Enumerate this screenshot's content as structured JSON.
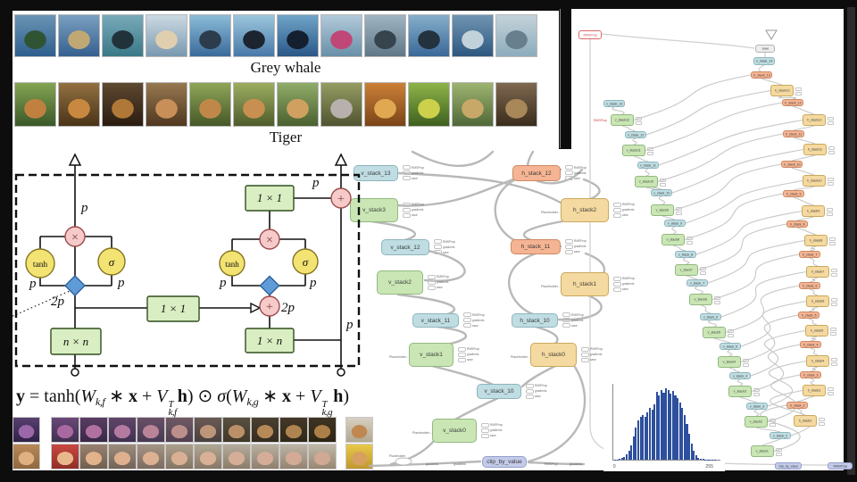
{
  "samples": {
    "rows": [
      {
        "label": "Grey whale",
        "thumbs": [
          [
            "#6a94b4",
            "#2e5e8e",
            "#2e5434"
          ],
          [
            "#7aa0c0",
            "#35608f",
            "#c0a874"
          ],
          [
            "#78aab8",
            "#3a7888",
            "#22323a"
          ],
          [
            "#ccdae2",
            "#7898b0",
            "#e0cfae"
          ],
          [
            "#8cbcd8",
            "#3a6a9a",
            "#2c3c4c"
          ],
          [
            "#9cc6dc",
            "#4878a8",
            "#1c2430"
          ],
          [
            "#70a4c8",
            "#2a5888",
            "#142030"
          ],
          [
            "#b2cada",
            "#6890a8",
            "#c04878"
          ],
          [
            "#a0b4c2",
            "#607888",
            "#36444e"
          ],
          [
            "#86aecb",
            "#3a6898",
            "#24323e"
          ],
          [
            "#7094b2",
            "#2e5880",
            "#c2d2da"
          ],
          [
            "#c4d2da",
            "#8cacbc",
            "#68808e"
          ]
        ]
      },
      {
        "label": "Tiger",
        "thumbs": [
          [
            "#84a452",
            "#3a5828",
            "#c08040"
          ],
          [
            "#927040",
            "#4a3418",
            "#c8883f"
          ],
          [
            "#5e4830",
            "#2a1c10",
            "#b07838"
          ],
          [
            "#967850",
            "#503820",
            "#c89058"
          ],
          [
            "#8ea658",
            "#465828",
            "#c08848"
          ],
          [
            "#9cae60",
            "#4f5c2c",
            "#c89050"
          ],
          [
            "#90ac68",
            "#4a6030",
            "#d0a060"
          ],
          [
            "#949c62",
            "#505430",
            "#b8b0ac"
          ],
          [
            "#cc8038",
            "#7a4418",
            "#e0a850"
          ],
          [
            "#8eb448",
            "#3f6020",
            "#ccd04a"
          ],
          [
            "#9eb470",
            "#506838",
            "#c8a868"
          ],
          [
            "#7e6850",
            "#3a2c1c",
            "#a88858"
          ]
        ]
      }
    ]
  },
  "diagram": {
    "p": "p",
    "two_p": "2p",
    "tanh": "tanh",
    "sigma": "σ",
    "times": "×",
    "plus": "+",
    "nxn": "n × n",
    "one_by_one": "1 × 1",
    "one_by_n": "1 × n"
  },
  "equation": {
    "parts": [
      {
        "t": "y",
        "s": "b"
      },
      {
        "t": " = tanh(",
        "s": "r"
      },
      {
        "t": "W",
        "s": "i"
      },
      {
        "t": "k,f",
        "s": "sub"
      },
      {
        "t": " ∗ ",
        "s": "r"
      },
      {
        "t": "x",
        "s": "b"
      },
      {
        "t": " + ",
        "s": "r"
      },
      {
        "t": "V",
        "s": "i"
      },
      {
        "t": "T",
        "u": "k,f",
        "s": "ss"
      },
      {
        "t": "h",
        "s": "b"
      },
      {
        "t": ") ⊙ ",
        "s": "r"
      },
      {
        "t": "σ",
        "s": "i"
      },
      {
        "t": "(",
        "s": "r"
      },
      {
        "t": "W",
        "s": "i"
      },
      {
        "t": "k,g",
        "s": "sub"
      },
      {
        "t": " ∗ ",
        "s": "r"
      },
      {
        "t": "x",
        "s": "b"
      },
      {
        "t": " + ",
        "s": "r"
      },
      {
        "t": "V",
        "s": "i"
      },
      {
        "t": "T",
        "u": "k,g",
        "s": "ss"
      },
      {
        "t": "h",
        "s": "b"
      },
      {
        "t": ")",
        "s": "r"
      }
    ]
  },
  "faces": {
    "rows": [
      {
        "left": [
          "#9a68a8",
          "#584070",
          "#302048"
        ],
        "mids": [
          [
            "#a868a0",
            "#6a4878",
            "#403050"
          ],
          [
            "#b070a0",
            "#5a3c64",
            "#382848"
          ],
          [
            "#b47aa0",
            "#604668",
            "#403052"
          ],
          [
            "#ba8498",
            "#6a5068",
            "#483a54"
          ],
          [
            "#bd8f8c",
            "#705a64",
            "#504050"
          ],
          [
            "#bd9578",
            "#6a5a54",
            "#4a4040"
          ],
          [
            "#bb9068",
            "#585040",
            "#403828"
          ],
          [
            "#b58a58",
            "#4a4030",
            "#352c20"
          ],
          [
            "#b08450",
            "#443828",
            "#302818"
          ],
          [
            "#ac7e48",
            "#3e3424",
            "#2c2414"
          ]
        ],
        "right": [
          "#c08850",
          "#d8d0c0",
          "#b0a890"
        ]
      },
      {
        "left": [
          "#e0b080",
          "#b88858",
          "#906840"
        ],
        "mids": [
          [
            "#e8b88c",
            "#c84840",
            "#903028"
          ],
          [
            "#e2b28a",
            "#988070",
            "#706050"
          ],
          [
            "#deb08e",
            "#9c8c7c",
            "#746458"
          ],
          [
            "#dcb092",
            "#a49484",
            "#7c6c60"
          ],
          [
            "#dab094",
            "#aca08c",
            "#847464"
          ],
          [
            "#d8b096",
            "#b0a894",
            "#887866"
          ],
          [
            "#d6ae98",
            "#b4ac9c",
            "#8c7c6a"
          ],
          [
            "#d4ac98",
            "#b8b0a0",
            "#90806e"
          ],
          [
            "#d2aa96",
            "#bcb4a4",
            "#948470"
          ],
          [
            "#d0a894",
            "#c0b8a8",
            "#988872"
          ]
        ],
        "right": [
          "#d8a060",
          "#e8c848",
          "#c09830"
        ]
      }
    ]
  },
  "middle_graph": {
    "annotation_labels": [
      "RMSProp",
      "gradients",
      "save"
    ],
    "placeholder_label": "Placeholder...",
    "nodes": [
      [
        "v_stack_13",
        -26,
        15,
        50,
        18,
        "teal",
        0
      ],
      [
        "v_stack3",
        -30,
        52,
        54,
        27,
        "green",
        0
      ],
      [
        "h_stack_12",
        152,
        15,
        54,
        18,
        "salmon",
        0
      ],
      [
        "h_stack2",
        206,
        52,
        54,
        27,
        "yellow",
        1
      ],
      [
        "v_stack_12",
        5,
        98,
        54,
        18,
        "teal",
        0
      ],
      [
        "v_stack2",
        0,
        133,
        52,
        27,
        "green",
        0
      ],
      [
        "h_stack_11",
        150,
        98,
        56,
        17,
        "salmon",
        0
      ],
      [
        "h_stack1",
        206,
        135,
        54,
        27,
        "yellow",
        1
      ],
      [
        "v_stack_11",
        40,
        181,
        52,
        16,
        "teal",
        0
      ],
      [
        "h_stack_10",
        151,
        181,
        52,
        16,
        "teal",
        0
      ],
      [
        "v_stack1",
        36,
        214,
        50,
        27,
        "green",
        1
      ],
      [
        "h_stack0",
        172,
        214,
        52,
        27,
        "yellow",
        1
      ],
      [
        "v_stack_10",
        112,
        260,
        50,
        17,
        "teal",
        0
      ],
      [
        "v_stack0",
        62,
        299,
        50,
        27,
        "green",
        1
      ]
    ],
    "clip_node": [
      "clip_by_value",
      118,
      341,
      50,
      13,
      "lav"
    ],
    "bottom_texts": [
      [
        "Placeholder",
        14,
        336
      ],
      [
        "gradients",
        55,
        345
      ],
      [
        "gradients",
        86,
        345
      ],
      [
        "RMSProp",
        188,
        345
      ],
      [
        "gradients",
        216,
        345
      ]
    ]
  },
  "right_graph": {
    "top_nodes": [
      [
        "RMSProp",
        8,
        24,
        26,
        10,
        "red"
      ],
      [
        "save",
        206,
        40,
        22,
        9,
        "gray"
      ],
      [
        "v_stack_14",
        204,
        54,
        24,
        9,
        "teal"
      ]
    ],
    "chainL": [
      [
        36,
        102,
        "v_stack_13"
      ],
      [
        44,
        118,
        "v_stack12"
      ],
      [
        60,
        137,
        "v_stack_12"
      ],
      [
        57,
        152,
        "v_stack11"
      ],
      [
        74,
        171,
        "v_stack_11"
      ],
      [
        71,
        187,
        "v_stack10"
      ],
      [
        89,
        202,
        "v_stack_10"
      ],
      [
        89,
        219,
        "v_stack9"
      ],
      [
        104,
        236,
        "v_stack_9"
      ],
      [
        101,
        252,
        "v_stack8"
      ],
      [
        116,
        271,
        "v_stack_8"
      ],
      [
        116,
        286,
        "v_stack7"
      ],
      [
        129,
        303,
        "v_stack_7"
      ],
      [
        132,
        319,
        "v_stack6"
      ],
      [
        144,
        341,
        "v_stack_6"
      ],
      [
        147,
        356,
        "v_stack5"
      ],
      [
        166,
        374,
        "v_stack_5"
      ],
      [
        164,
        389,
        "v_stack4"
      ],
      [
        177,
        407,
        "v_stack_4"
      ],
      [
        176,
        422,
        "v_stack3"
      ],
      [
        196,
        441,
        "v_stack_3"
      ],
      [
        194,
        456,
        "v_stack2"
      ],
      [
        222,
        474,
        "v_stack_2"
      ],
      [
        201,
        489,
        "v_stack1"
      ]
    ],
    "chainR": [
      [
        201,
        70,
        "h_stack_13"
      ],
      [
        223,
        85,
        "h_stack13"
      ],
      [
        236,
        101,
        "h_stack_12"
      ],
      [
        259,
        118,
        "h_stack12"
      ],
      [
        237,
        136,
        "h_stack_11"
      ],
      [
        260,
        151,
        "h_stack11"
      ],
      [
        235,
        170,
        "h_stack_10"
      ],
      [
        259,
        186,
        "h_stack10"
      ],
      [
        237,
        203,
        "h_stack_9"
      ],
      [
        258,
        220,
        "h_stack9"
      ],
      [
        241,
        237,
        "h_stack_8"
      ],
      [
        261,
        253,
        "h_stack8"
      ],
      [
        255,
        271,
        "h_stack_7"
      ],
      [
        263,
        288,
        "h_stack7"
      ],
      [
        255,
        306,
        "h_stack_6"
      ],
      [
        263,
        321,
        "h_stack6"
      ],
      [
        254,
        339,
        "h_stack_5"
      ],
      [
        262,
        354,
        "h_stack5"
      ],
      [
        256,
        372,
        "h_stack_4"
      ],
      [
        263,
        388,
        "h_stack4"
      ],
      [
        256,
        406,
        "h_stack_3"
      ],
      [
        259,
        421,
        "h_stack3"
      ],
      [
        241,
        440,
        "h_stack_2"
      ],
      [
        249,
        455,
        "h_stack2"
      ]
    ],
    "bottom_nodes": [
      [
        "clip_by_value",
        228,
        508,
        30,
        8,
        "lav"
      ],
      [
        "RMSProp",
        287,
        508,
        28,
        8,
        "lav"
      ]
    ],
    "red_label": "RMSProp"
  },
  "chart_data": {
    "type": "bar",
    "title": "",
    "xlabel": "",
    "ylabel": "",
    "x_ticks": [
      "0",
      "255"
    ],
    "ylim": [
      0,
      1
    ],
    "bar_color": "#2d4f9e",
    "values": [
      0.004,
      0.006,
      0.01,
      0.02,
      0.04,
      0.07,
      0.12,
      0.2,
      0.32,
      0.45,
      0.55,
      0.6,
      0.63,
      0.6,
      0.66,
      0.72,
      0.7,
      0.78,
      0.95,
      0.9,
      0.97,
      0.94,
      1.0,
      0.97,
      0.93,
      0.96,
      0.9,
      0.86,
      0.8,
      0.72,
      0.62,
      0.5,
      0.36,
      0.22,
      0.12,
      0.06,
      0.03,
      0.015,
      0.007,
      0.003,
      0.002,
      0.001,
      0.001,
      0.001
    ]
  }
}
